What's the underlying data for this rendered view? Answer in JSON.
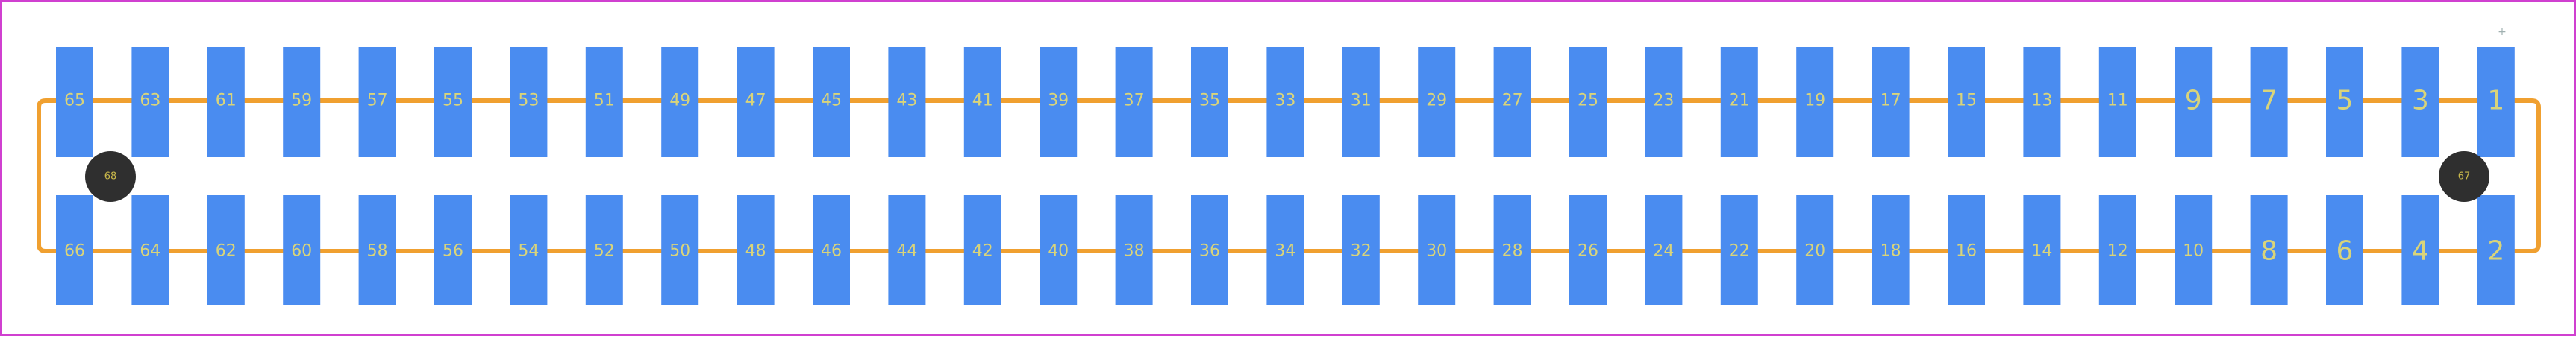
{
  "diagram": {
    "colors": {
      "background": "#ffffff",
      "border": "#d040d0",
      "pad": "#4a8cf0",
      "outline": "#f0a030",
      "pad_text": "#d9d47a",
      "hole": "#2f2f2f",
      "hole_text": "#c9b84a"
    },
    "top_row_pads": [
      "65",
      "63",
      "61",
      "59",
      "57",
      "55",
      "53",
      "51",
      "49",
      "47",
      "45",
      "43",
      "41",
      "39",
      "37",
      "35",
      "33",
      "31",
      "29",
      "27",
      "25",
      "23",
      "21",
      "19",
      "17",
      "15",
      "13",
      "11",
      "9",
      "7",
      "5",
      "3",
      "1"
    ],
    "bottom_row_pads": [
      "66",
      "64",
      "62",
      "60",
      "58",
      "56",
      "54",
      "52",
      "50",
      "48",
      "46",
      "44",
      "42",
      "40",
      "38",
      "36",
      "34",
      "32",
      "30",
      "28",
      "26",
      "24",
      "22",
      "20",
      "18",
      "16",
      "14",
      "12",
      "10",
      "8",
      "6",
      "4",
      "2"
    ],
    "mounting_holes": [
      {
        "label": "68",
        "side": "left"
      },
      {
        "label": "67",
        "side": "right"
      }
    ],
    "origin_marker": "+"
  }
}
